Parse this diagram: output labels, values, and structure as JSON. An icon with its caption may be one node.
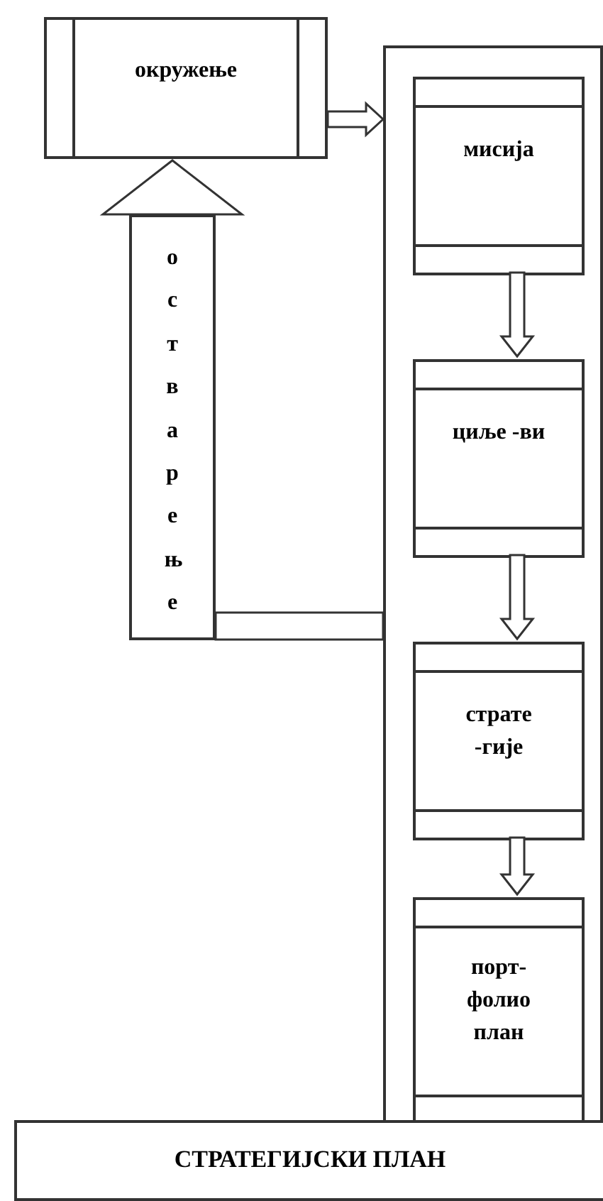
{
  "diagram": {
    "nodes": [
      {
        "text": [
          "окружење"
        ]
      },
      {
        "text": [],
        "shape": "box"
      },
      {
        "text": [
          "мисија"
        ],
        "in": 1
      },
      {
        "text": [
          "циље -ви"
        ],
        "in": 1
      },
      {
        "text": [
          "страте -гије"
        ],
        "in": 1
      },
      {
        "text": [
          "порт- фолио план"
        ],
        "in": 1
      },
      {
        "text": [
          "остварење"
        ]
      },
      {
        "text": [
          "СТРАТЕГИЈСКИ ПЛАН"
        ]
      }
    ],
    "edges": [
      {
        "from": 0,
        "to": 1,
        "arrow": "to"
      },
      {
        "from": 2,
        "to": 3,
        "arrow": "to"
      },
      {
        "from": 3,
        "to": 4,
        "arrow": "to"
      },
      {
        "from": 4,
        "to": 5,
        "arrow": "to"
      },
      {
        "from": 1,
        "to": 6,
        "arrow": "none"
      },
      {
        "from": 6,
        "to": 0,
        "arrow": "to"
      }
    ]
  }
}
